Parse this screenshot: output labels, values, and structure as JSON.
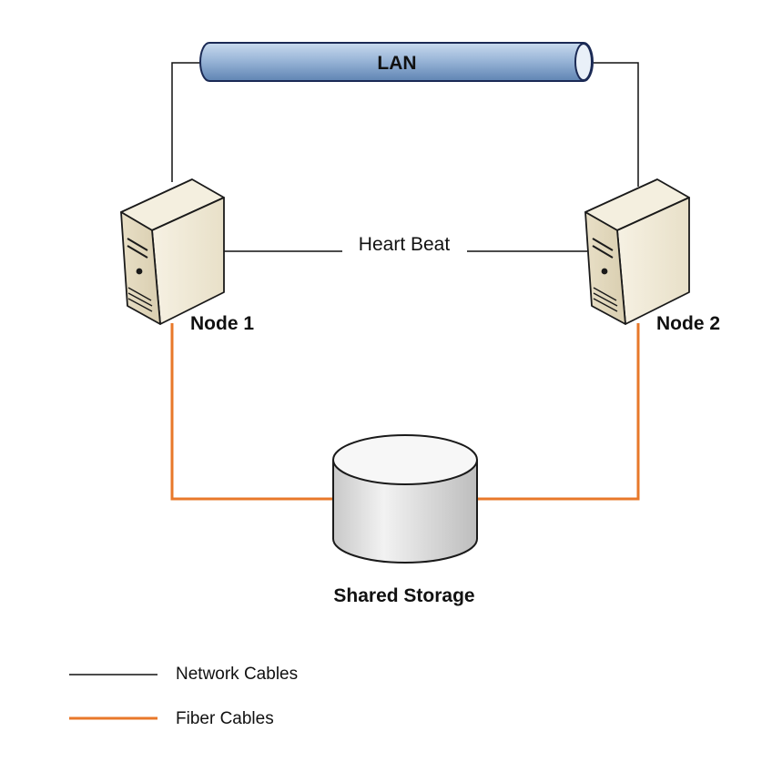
{
  "labels": {
    "lan": "LAN",
    "heartbeat": "Heart Beat",
    "node1": "Node 1",
    "node2": "Node 2",
    "storage": "Shared Storage"
  },
  "legend": [
    {
      "label": "Network Cables",
      "color": "#111111"
    },
    {
      "label": "Fiber Cables",
      "color": "#E8782A"
    }
  ],
  "colors": {
    "network_cable": "#111111",
    "fiber_cable": "#E8782A",
    "lan_pipe": "#9AB6D8",
    "server_body": "#EDE6D2",
    "storage_body": "#E6E6E6"
  }
}
